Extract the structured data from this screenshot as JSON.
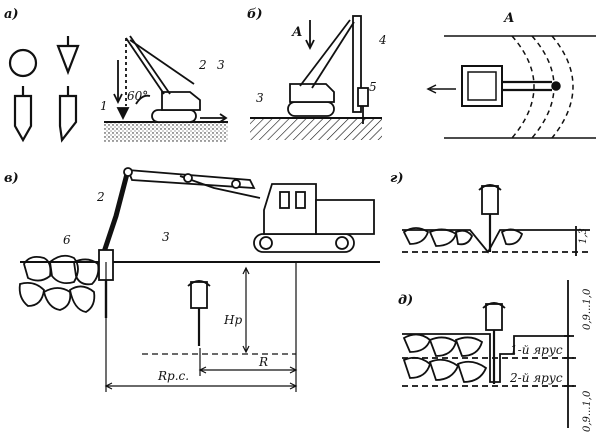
{
  "panels": {
    "a": "а)",
    "b": "б)",
    "v": "в)",
    "g": "г)",
    "d": "д)"
  },
  "labels": {
    "a_1": "1",
    "a_2": "2",
    "a_3": "3",
    "a_angle": "60°",
    "b_A": "А",
    "b_3": "3",
    "b_4": "4",
    "b_5": "5",
    "plan_A": "А",
    "v_2": "2",
    "v_3": "3",
    "v_6": "6",
    "v_Hp": "Hp",
    "v_R": "R",
    "v_Rpc": "Rр.с.",
    "g_dim": "1,3",
    "d_tier1": "1-й ярус",
    "d_tier2": "2-й ярус",
    "d_dim_top": "0,9...1,0",
    "d_dim_bot": "0,9...1,0"
  }
}
